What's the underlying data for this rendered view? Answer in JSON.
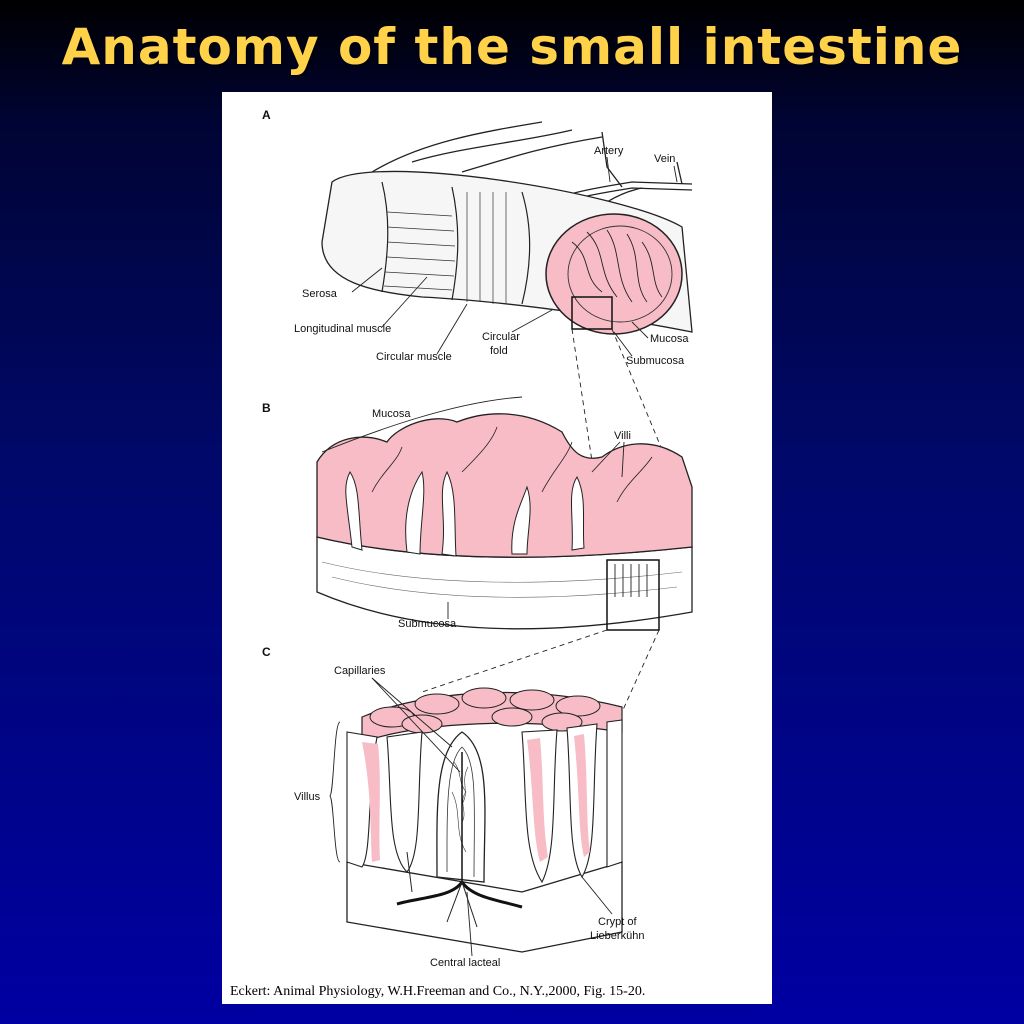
{
  "slide": {
    "title": "Anatomy of the small intestine",
    "citation": "Eckert: Animal Physiology, W.H.Freeman and Co., N.Y.,2000, Fig. 15-20."
  },
  "colors": {
    "title": "#ffd24a",
    "mucosa_pink": "#f7bcc6",
    "background_top": "#000000",
    "background_bottom": "#0000a2"
  },
  "panels": {
    "a": {
      "letter": "A",
      "labels": {
        "artery": "Artery",
        "vein": "Vein",
        "serosa": "Serosa",
        "longitudinal_muscle": "Longitudinal muscle",
        "circular_muscle": "Circular muscle",
        "circular_fold_1": "Circular",
        "circular_fold_2": "fold",
        "mucosa": "Mucosa",
        "submucosa": "Submucosa"
      }
    },
    "b": {
      "letter": "B",
      "labels": {
        "mucosa": "Mucosa",
        "villi": "Villi",
        "submucosa": "Submucosa"
      }
    },
    "c": {
      "letter": "C",
      "labels": {
        "capillaries": "Capillaries",
        "villus": "Villus",
        "crypt_1": "Crypt of",
        "crypt_2": "Lieberkühn",
        "central_lacteal": "Central lacteal"
      }
    }
  }
}
